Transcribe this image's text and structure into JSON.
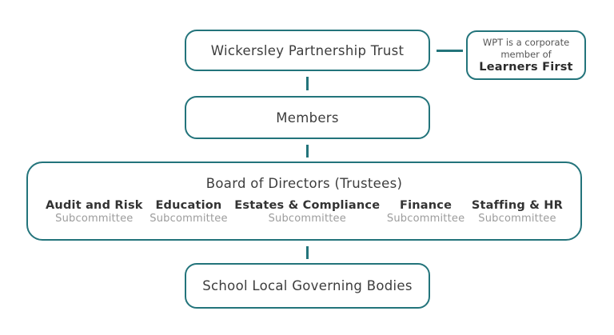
{
  "palette": {
    "accent_teal": "#23747B",
    "text_dark": "#3D3D3D",
    "text_bold_dark": "#2B2B2B",
    "text_muted_gray": "#9C9C9C",
    "background": "#FFFFFF"
  },
  "org_chart": {
    "trust": {
      "label": "Wickersley Partnership Trust"
    },
    "note": {
      "text": "WPT is a corporate member of",
      "name": "Learners First"
    },
    "members": {
      "label": "Members"
    },
    "board": {
      "title": "Board of Directors (Trustees)",
      "subcommittees": [
        {
          "name": "Audit and Risk",
          "label": "Subcommittee"
        },
        {
          "name": "Education",
          "label": "Subcommittee"
        },
        {
          "name": "Estates & Compliance",
          "label": "Subcommittee"
        },
        {
          "name": "Finance",
          "label": "Subcommittee"
        },
        {
          "name": "Staffing & HR",
          "label": "Subcommittee"
        }
      ]
    },
    "governing_bodies": {
      "label": "School Local Governing Bodies"
    }
  }
}
